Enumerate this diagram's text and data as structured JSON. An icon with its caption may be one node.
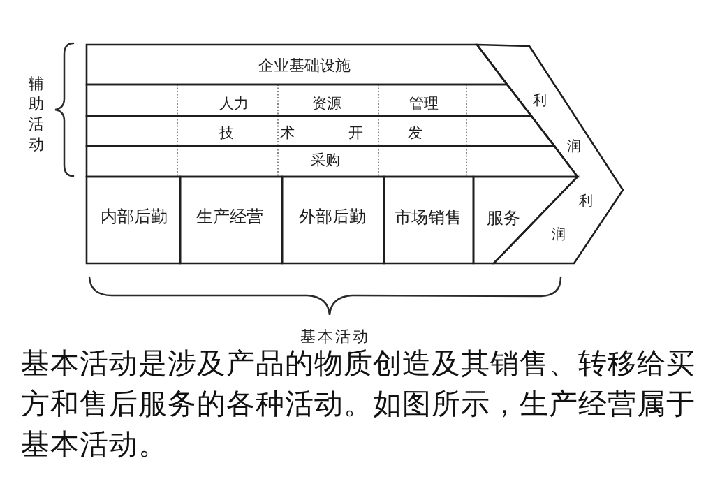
{
  "diagram": {
    "caption": "基本活动是涉及产品的物质创造及其销售、转移给买方和售后服务的各种活动。如图所示，生产经营属于基本活动。",
    "nodes": [
      {
        "text": [
          "企业基础设施"
        ]
      },
      {
        "text": [
          "人力",
          "资源",
          "管理"
        ]
      },
      {
        "text": [
          "技",
          "术",
          "开",
          "发"
        ]
      },
      {
        "text": [
          "采购"
        ]
      },
      {
        "text": [
          "内部后勤"
        ]
      },
      {
        "text": [
          "生产经营"
        ]
      },
      {
        "text": [
          "外部后勤"
        ]
      },
      {
        "text": [
          "市场销售"
        ]
      },
      {
        "text": [
          "服务"
        ]
      },
      {
        "text": [
          "利",
          "润",
          "利",
          "润"
        ]
      }
    ],
    "labels": [
      "辅助活动",
      "基本活动"
    ]
  }
}
